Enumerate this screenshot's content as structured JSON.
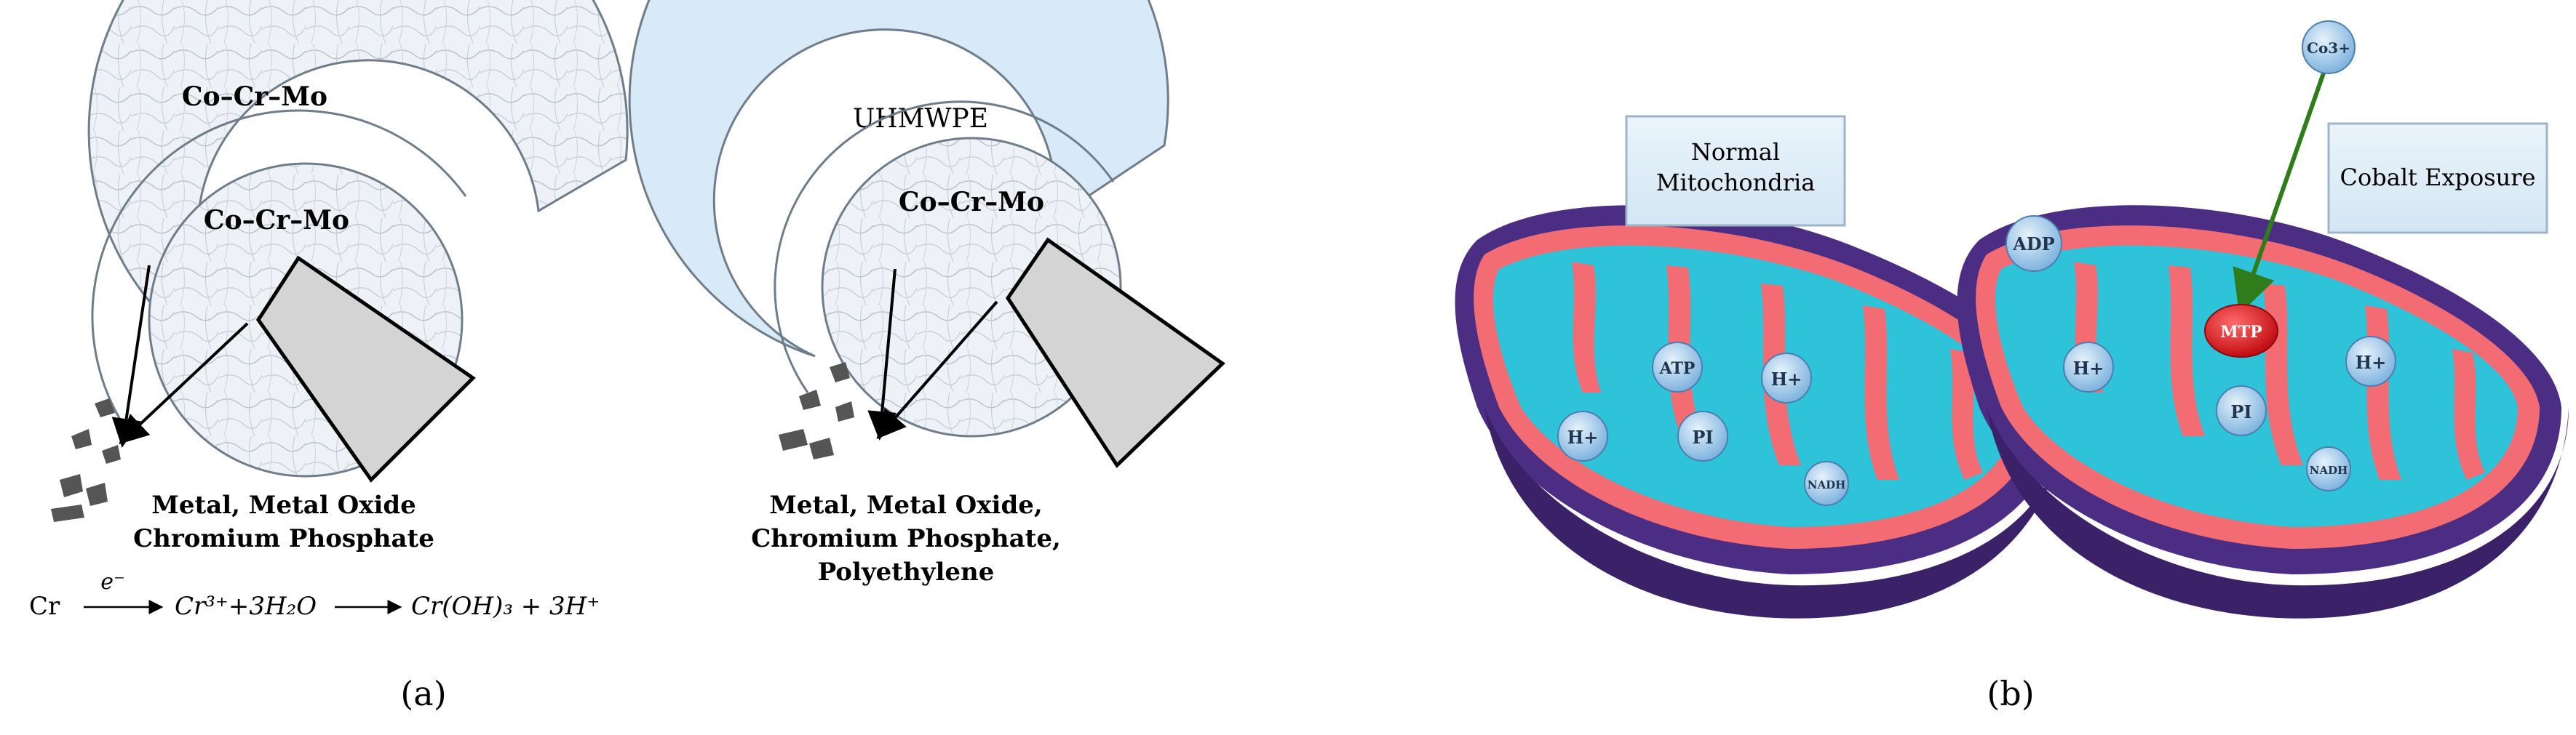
{
  "panel_a": {
    "left": {
      "outer_cup_label": "Co–Cr–Mo",
      "head_label": "Co–Cr–Mo",
      "debris_label_line1": "Metal, Metal Oxide",
      "debris_label_line2": "Chromium Phosphate",
      "equation": {
        "reactant": "Cr",
        "electron": "e⁻",
        "product1": "Cr³⁺+3H₂O",
        "product2": "Cr(OH)₃ + 3H⁺"
      }
    },
    "right": {
      "outer_cup_label": "UHMWPE",
      "head_label": "Co–Cr–Mo",
      "debris_label_line1": "Metal, Metal Oxide,",
      "debris_label_line2": "Chromium Phosphate,",
      "debris_label_line3": "Polyethylene"
    },
    "caption": "(a)"
  },
  "panel_b": {
    "normal": {
      "box_line1": "Normal",
      "box_line2": "Mitochondria",
      "bubbles": [
        "H+",
        "ATP",
        "PI",
        "H+",
        "NADH"
      ]
    },
    "cobalt": {
      "ion_label": "Co3+",
      "box_label": "Cobalt Exposure",
      "bubbles": [
        "ADP",
        "H+",
        "MTP",
        "PI",
        "H+",
        "NADH"
      ]
    },
    "caption": "(b)"
  },
  "colors": {
    "cup_fill": "#e9eef4",
    "uhmwpe_fill": "#d8e9f7",
    "wedge_fill": "#d4d4d4",
    "mito_outer": "#4b2e83",
    "mito_membrane": "#f36b73",
    "mito_matrix": "#2ec3d9",
    "bubble_fill": "#9fc9ea",
    "mtp_fill": "#e0191f",
    "arrow_green": "#2e7d1a"
  }
}
